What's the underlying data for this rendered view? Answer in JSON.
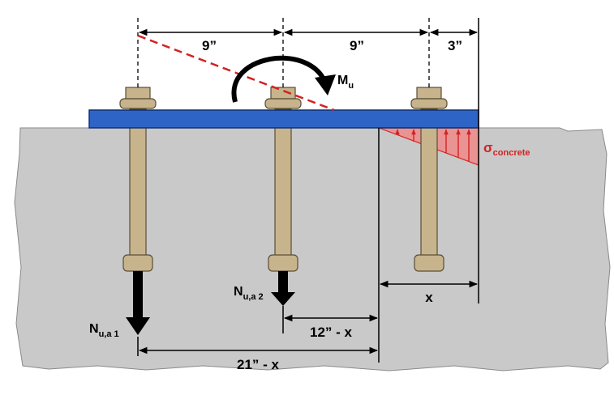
{
  "dimensions": {
    "top_left": "9”",
    "top_mid": "9”",
    "top_right": "3”",
    "x": "x",
    "bolt2_to_na": "12” - x",
    "bolt1_to_na": "21” - x"
  },
  "loads": {
    "moment": {
      "symbol": "M",
      "sub": "u"
    },
    "bolt2_tension": {
      "symbol": "N",
      "sub": "u,a 2"
    },
    "bolt1_tension": {
      "symbol": "N",
      "sub": "u,a 1"
    }
  },
  "stress": {
    "symbol": "σ",
    "sub": "concrete"
  },
  "colors": {
    "plate": "#2e64c6",
    "concrete": "#c9c9c9",
    "bolt": "#c7b48d",
    "stress": "#d32222",
    "load_arrow": "#000000"
  }
}
